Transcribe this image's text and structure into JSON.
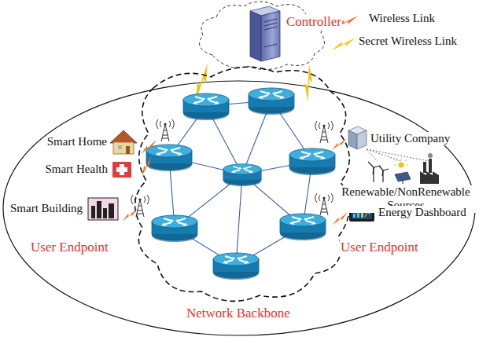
{
  "diagram": {
    "labels": [
      "Controller",
      "Smart Home",
      "Smart Health",
      "Smart Building",
      "User Endpoint",
      "Network Backbone",
      "Utility Company",
      "Renewable/NonRenewable Sources",
      "Energy Dashboard",
      "User Endpoint"
    ],
    "legend": [
      {
        "text": "Wireless Link"
      },
      {
        "text": "Secret Wireless Link"
      }
    ]
  }
}
